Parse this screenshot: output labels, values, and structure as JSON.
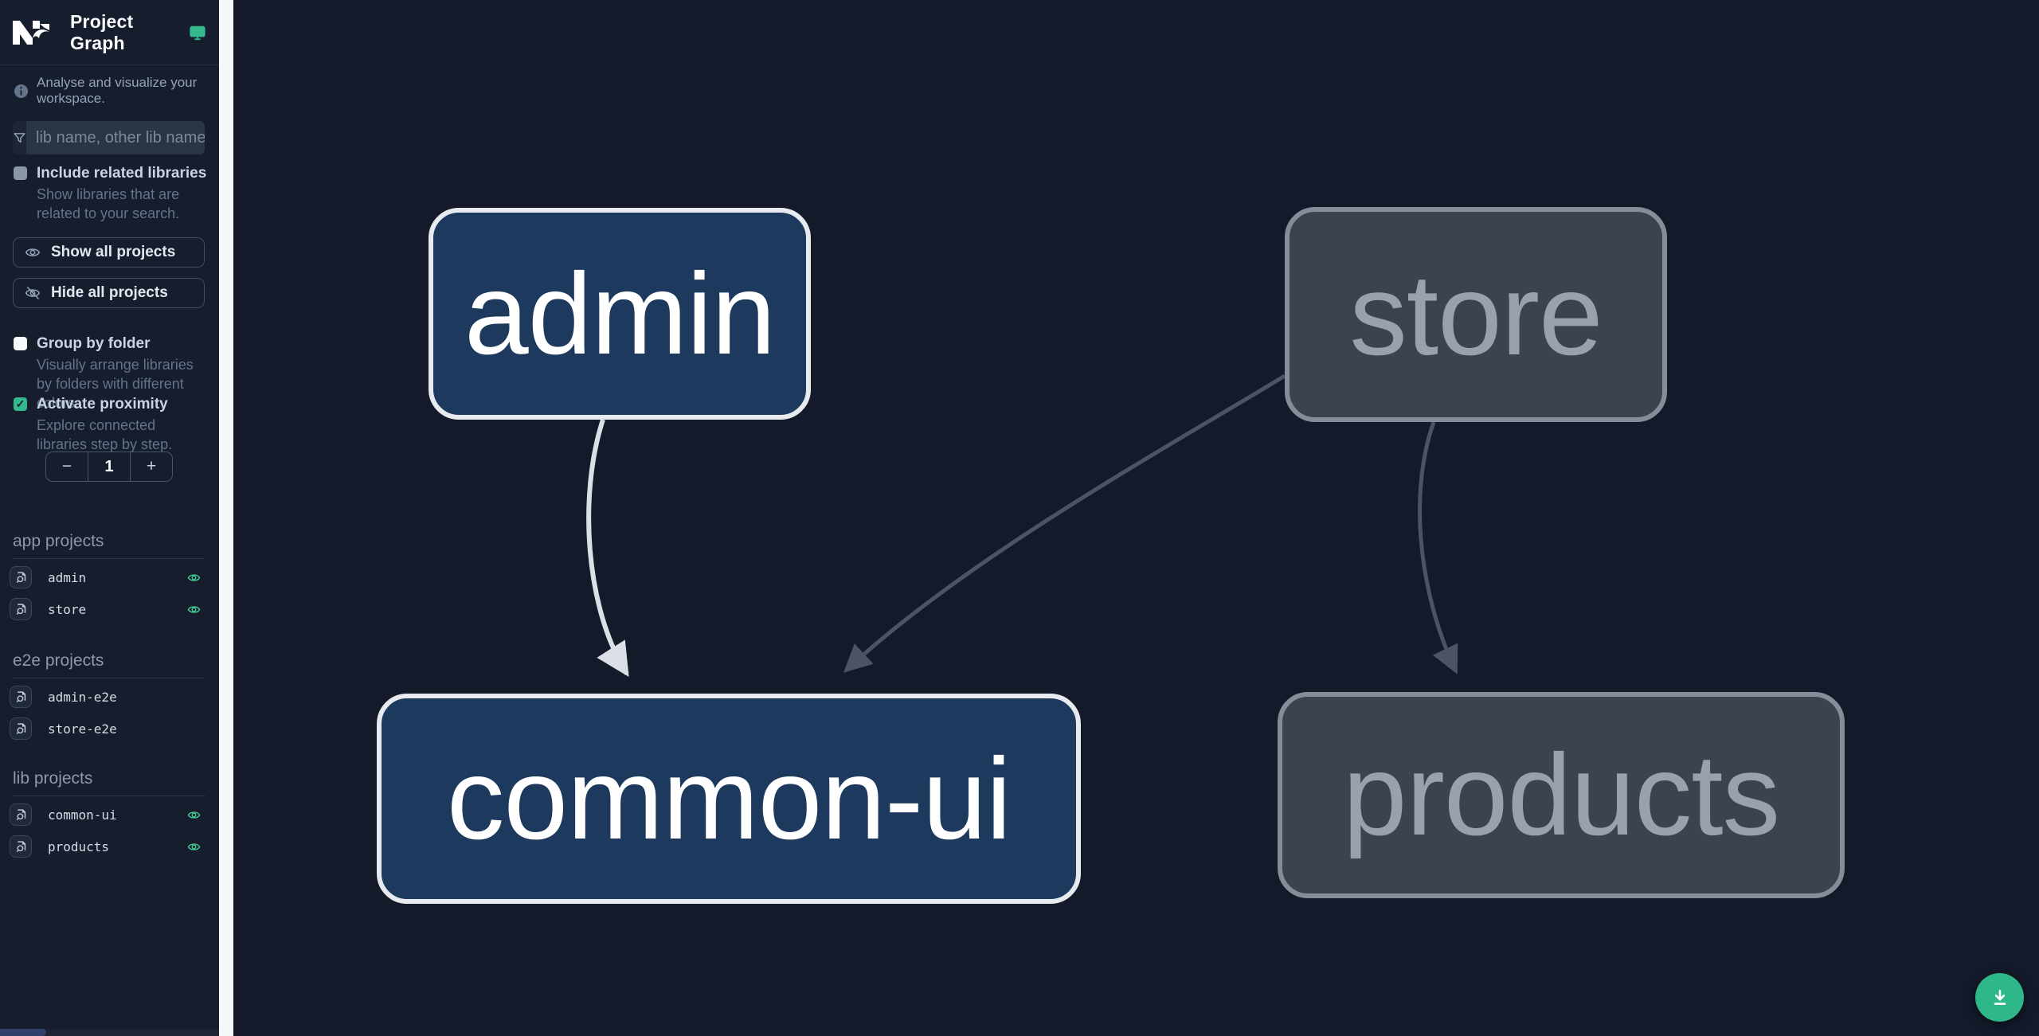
{
  "app": {
    "title": "Project Graph"
  },
  "sidebar": {
    "tagline": "Analyse and visualize your workspace.",
    "search_placeholder": "lib name, other lib name",
    "include_related": {
      "label": "Include related libraries",
      "description": "Show libraries that are related to your search.",
      "checked": false
    },
    "show_all_label": "Show all projects",
    "hide_all_label": "Hide all projects",
    "group_by_folder": {
      "label": "Group by folder",
      "description": "Visually arrange libraries by folders with different colors.",
      "checked": false
    },
    "activate_proximity": {
      "label": "Activate proximity",
      "description": "Explore connected libraries step by step.",
      "checked": true
    },
    "proximity_stepper": {
      "decrement": "−",
      "value": "1",
      "increment": "+"
    },
    "sections": [
      {
        "title": "app projects",
        "items": [
          {
            "name": "admin",
            "eye": true
          },
          {
            "name": "store",
            "eye": true
          }
        ]
      },
      {
        "title": "e2e projects",
        "items": [
          {
            "name": "admin-e2e",
            "eye": false
          },
          {
            "name": "store-e2e",
            "eye": false
          }
        ]
      },
      {
        "title": "lib projects",
        "items": [
          {
            "name": "common-ui",
            "eye": true
          },
          {
            "name": "products",
            "eye": true
          }
        ]
      }
    ]
  },
  "graph": {
    "nodes": [
      {
        "id": "admin",
        "label": "admin",
        "state": "focused"
      },
      {
        "id": "store",
        "label": "store",
        "state": "dimmed"
      },
      {
        "id": "common-ui",
        "label": "common-ui",
        "state": "focused"
      },
      {
        "id": "products",
        "label": "products",
        "state": "dimmed"
      }
    ],
    "edges": [
      {
        "from": "admin",
        "to": "common-ui",
        "state": "highlighted"
      },
      {
        "from": "store",
        "to": "common-ui",
        "state": "dimmed"
      },
      {
        "from": "store",
        "to": "products",
        "state": "dimmed"
      }
    ]
  },
  "icons": {
    "check": "✓"
  },
  "colors": {
    "accent_teal": "#2eb88a",
    "eye_green": "#41c98f",
    "node_focused_fill": "#1d3a5e",
    "node_focused_border": "#e7eaee",
    "node_dimmed_fill": "#3c4250",
    "node_dimmed_border": "#868d98",
    "edge_highlighted": "#dbe0e6",
    "edge_dimmed": "#4c5463",
    "sidebar_bg": "#161d2d",
    "canvas_bg": "#141a2a"
  }
}
